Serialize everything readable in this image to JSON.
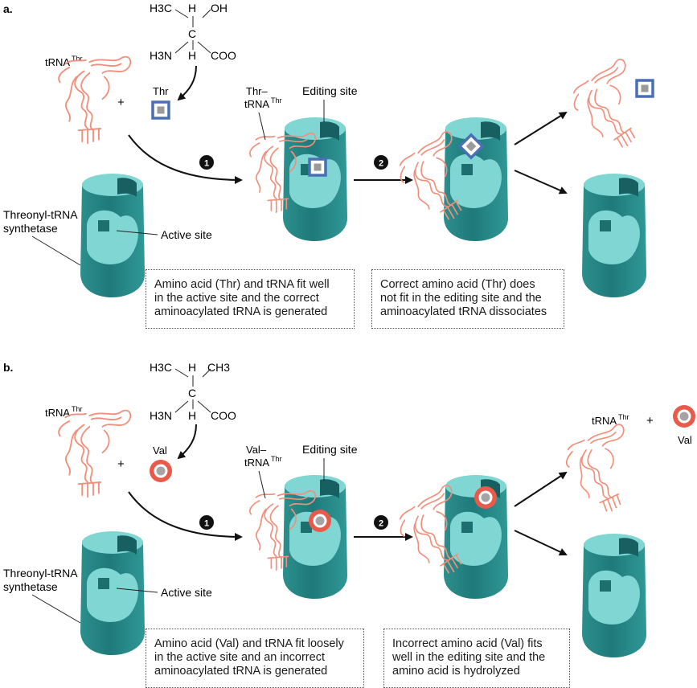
{
  "colors": {
    "enzyme_light": "#7fd6d2",
    "enzyme_dark": "#1e7d7d",
    "trna": "#f0907c",
    "thr_box": "#4a6fb5",
    "val_ring": "#e85a4a",
    "step_badge": "#111111"
  },
  "icons": [
    "trna-ribbon-icon",
    "synthetase-enzyme-icon",
    "thr-square-icon",
    "val-ring-icon",
    "reaction-arrow-icon"
  ],
  "panels": [
    {
      "label": "a.",
      "trna_label": "tRNA",
      "trna_sup": "Thr",
      "formula": {
        "h3c": "H3C",
        "h_top": "H",
        "right_group": "OH",
        "c": "C",
        "h3n": "H3N",
        "h_bot": "H",
        "coo": "COO"
      },
      "aa_label": "Thr",
      "plus": "+",
      "enzyme_label_1": "Threonyl-tRNA",
      "enzyme_label_2": "synthetase",
      "active_site": "Active site",
      "step1": "1",
      "step2": "2",
      "charged_1": "Thr–",
      "charged_2": "tRNA",
      "charged_sup": "Thr",
      "editing_site": "Editing site",
      "product_label": "",
      "product_plus": "",
      "product_aa": "",
      "caption1": [
        "Amino acid (Thr) and tRNA fit well",
        "in the active site and the correct",
        "aminoacylated tRNA is generated"
      ],
      "caption2": [
        "Correct amino acid (Thr) does",
        "not fit in the editing site and the",
        "aminoacylated tRNA dissociates"
      ]
    },
    {
      "label": "b.",
      "trna_label": "tRNA",
      "trna_sup": "Thr",
      "formula": {
        "h3c": "H3C",
        "h_top": "H",
        "right_group": "CH3",
        "c": "C",
        "h3n": "H3N",
        "h_bot": "H",
        "coo": "COO"
      },
      "aa_label": "Val",
      "plus": "+",
      "enzyme_label_1": "Threonyl-tRNA",
      "enzyme_label_2": "synthetase",
      "active_site": "Active site",
      "step1": "1",
      "step2": "2",
      "charged_1": "Val–",
      "charged_2": "tRNA",
      "charged_sup": "Thr",
      "editing_site": "Editing site",
      "product_label": "tRNA",
      "product_sup": "Thr",
      "product_plus": "+",
      "product_aa": "Val",
      "caption1": [
        "Amino acid (Val) and tRNA fit loosely",
        "in the active site and an incorrect",
        "aminoacylated tRNA is generated"
      ],
      "caption2": [
        "Incorrect amino acid (Val) fits",
        "well in the editing site and the",
        "amino acid is hydrolyzed"
      ]
    }
  ]
}
